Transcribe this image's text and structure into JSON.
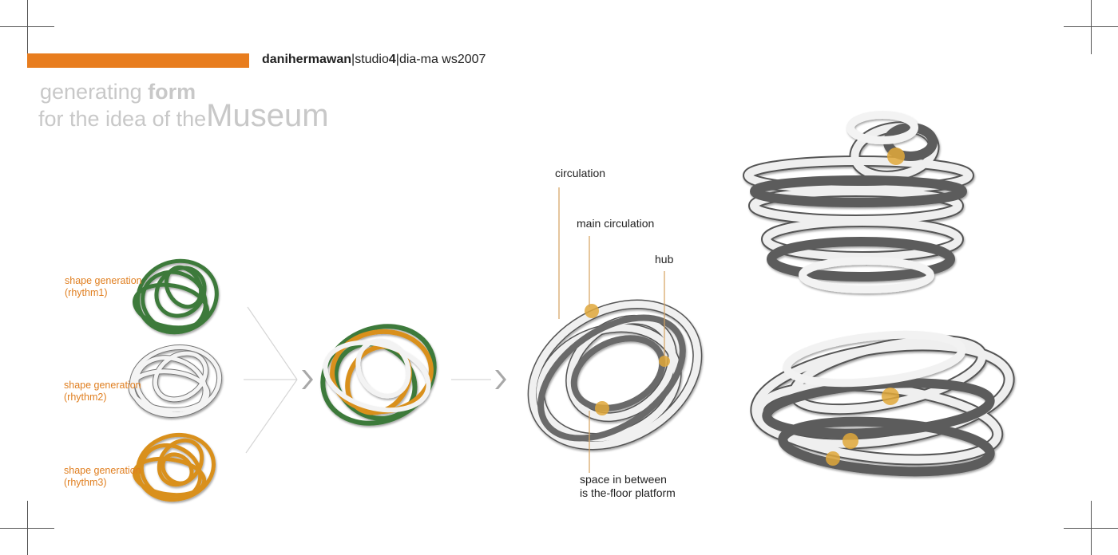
{
  "header": {
    "author": "danihermawan",
    "sep1": "|studio",
    "studio_num": "4",
    "sep2": "|dia-ma ws2007"
  },
  "title": {
    "line1_prefix": "generating ",
    "line1_bold": "form",
    "line2_prefix": "for the idea of the",
    "line2_big": "Museum"
  },
  "shape_labels": [
    {
      "line1": "shape generation",
      "line2": "(rhythm1)"
    },
    {
      "line1": "shape generation",
      "line2": "(rhythm2)"
    },
    {
      "line1": "shape generation",
      "line2": "(rhythm3)"
    }
  ],
  "annotations": {
    "circulation": "circulation",
    "main_circulation": "main circulation",
    "hub": "hub",
    "space_line1": "space in between",
    "space_line2": "is the-floor platform"
  },
  "colors": {
    "accent": "#e87d1e",
    "green": "#3e7a3a",
    "orange": "#d9901c",
    "white_ring": "#f2f2f2",
    "dark_ring": "#5a5a5a",
    "hub": "#e0a83a"
  },
  "icons": [
    "chevron-right-icon",
    "chevron-right-icon"
  ]
}
